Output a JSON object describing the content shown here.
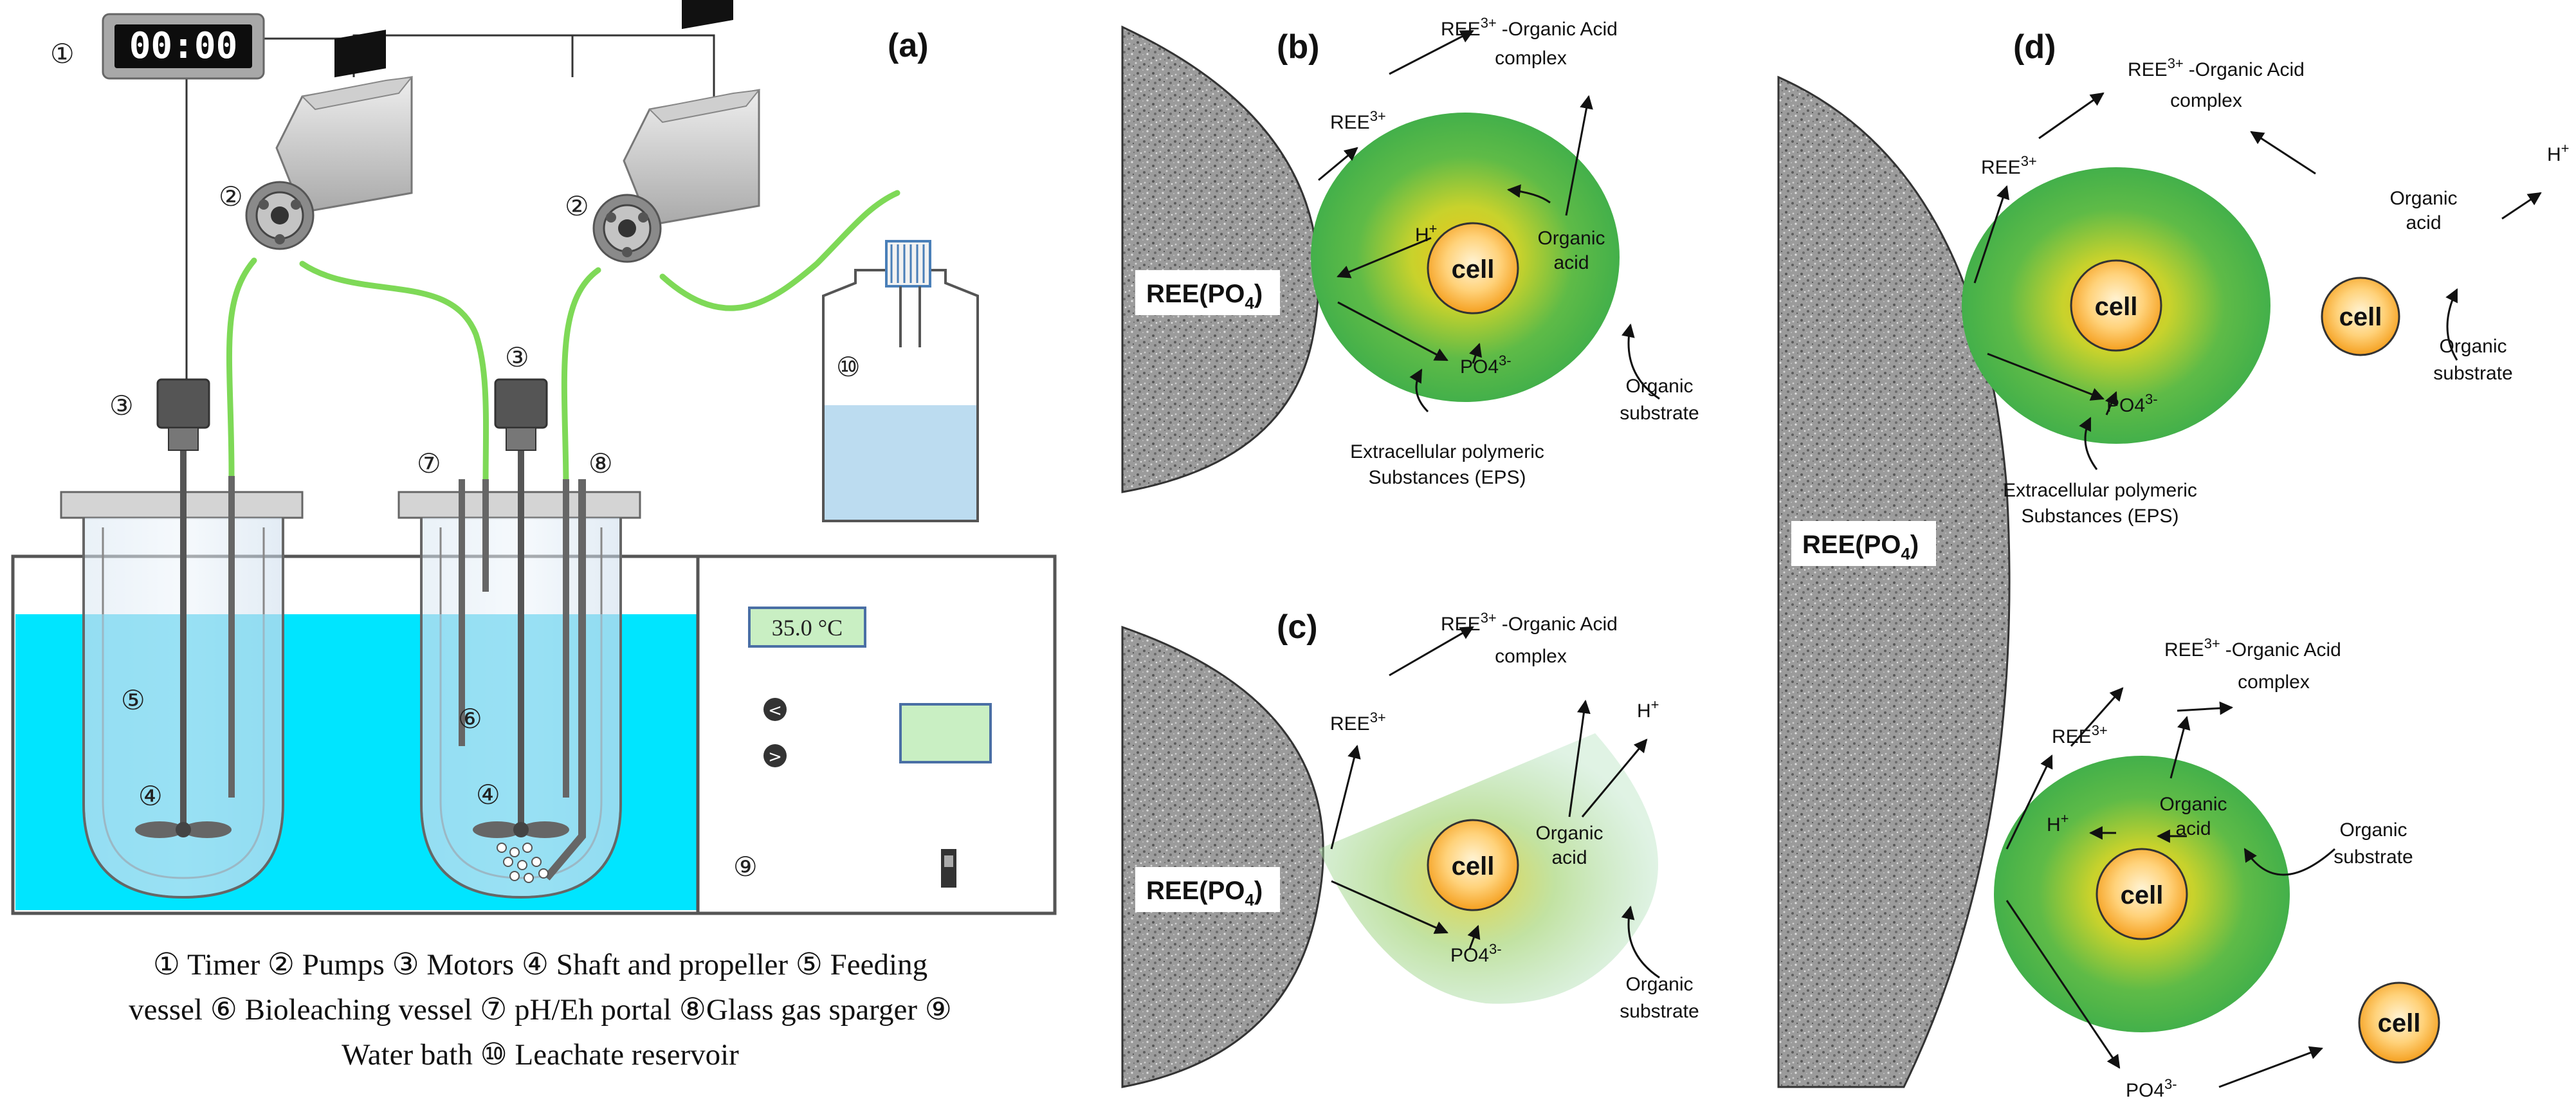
{
  "panel_labels": {
    "a": "(a)",
    "b": "(b)",
    "c": "(c)",
    "d": "(d)"
  },
  "apparatus": {
    "timer_display": "00:00",
    "temperature_display": "35.0 °C",
    "markers": {
      "timer": "①",
      "pump_left": "②",
      "pump_right": "②",
      "motor_left": "③",
      "motor_right": "③",
      "shaft_left": "④",
      "shaft_right": "④",
      "feeding_vessel": "⑤",
      "bioleaching_vessel": "⑥",
      "ph_portal": "⑦",
      "gas_sparger": "⑧",
      "water_bath": "⑨",
      "reservoir": "⑩"
    },
    "caption_lines": [
      "① Timer ② Pumps ③ Motors ④ Shaft and propeller ⑤ Feeding",
      "vessel ⑥ Bioleaching vessel ⑦ pH/Eh portal ⑧Glass gas sparger ⑨",
      "Water bath ⑩ Leachate reservoir"
    ]
  },
  "mechanism": {
    "mineral": "REE(PO",
    "mineral_sub": "4",
    "mineral_close": ")",
    "cell": "cell",
    "ree_ion": "REE",
    "ree_sup": "3+",
    "complex_line1": "-Organic Acid",
    "complex_line2": "complex",
    "proton": "H",
    "proton_sup": "+",
    "organic_acid_line1": "Organic",
    "organic_acid_line2": "acid",
    "substrate_line1": "Organic",
    "substrate_line2": "substrate",
    "phosphate": "PO4",
    "phosphate_sup": "3-",
    "eps_line1": "Extracellular polymeric",
    "eps_line2": "Substances (EPS)"
  },
  "colors": {
    "water": "#00e5ff",
    "tube": "#7ed957",
    "biofilm_green": "#45b54a",
    "biofilm_yellow": "#e9d21a",
    "cell_orange": "#f6a623",
    "mineral_gray": "#9a9a9a",
    "lcd_green": "#c9efc3"
  }
}
